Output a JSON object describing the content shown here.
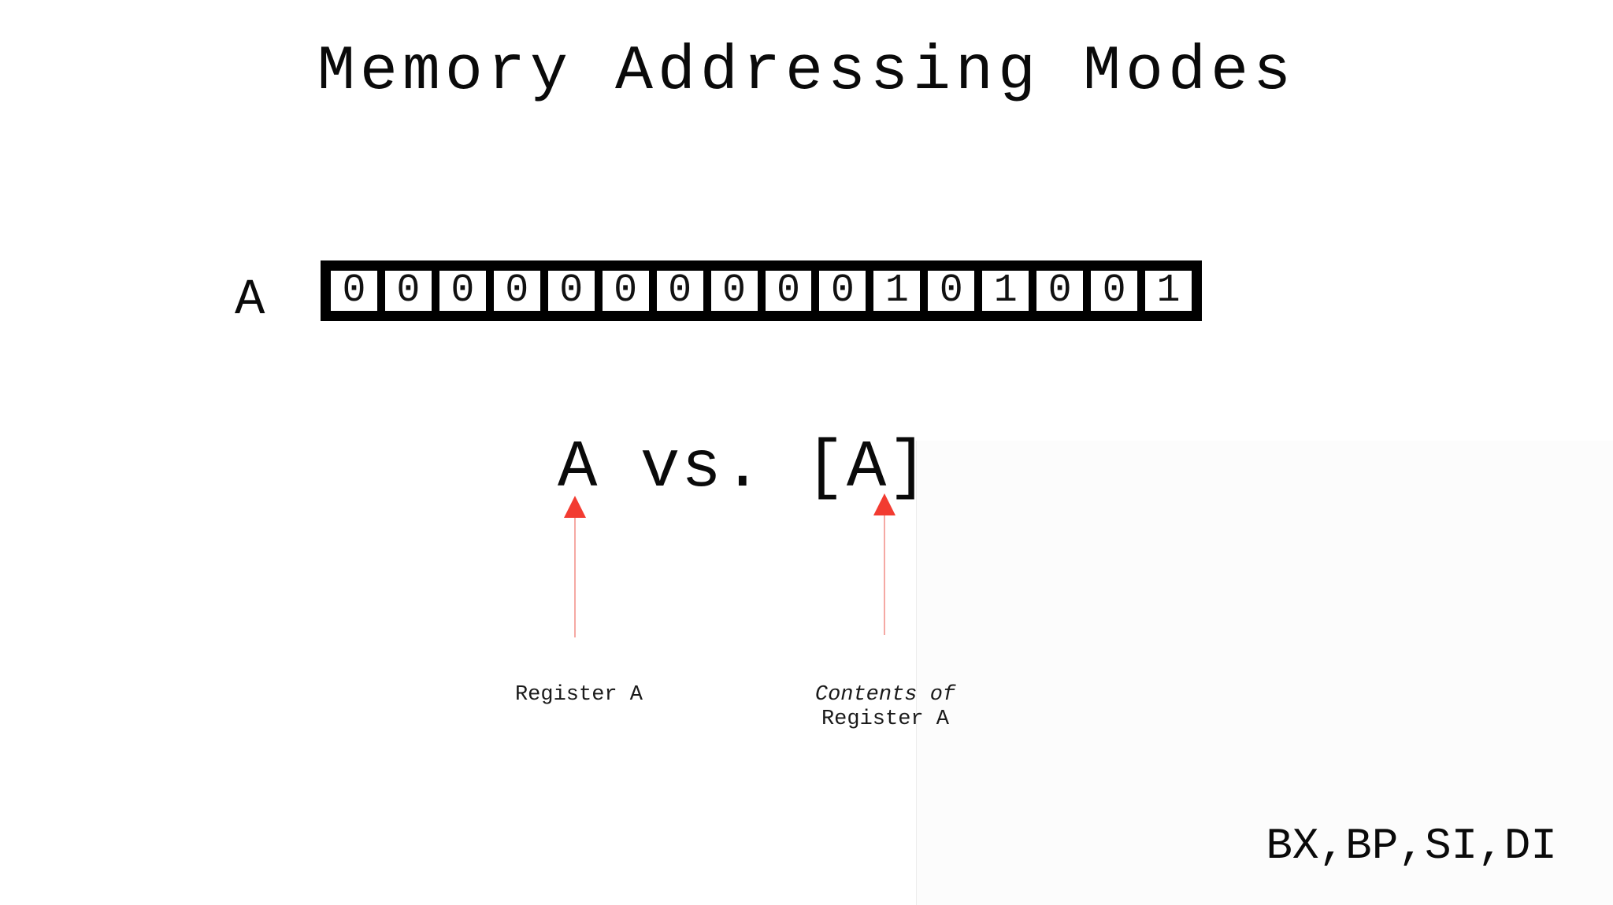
{
  "slide": {
    "title": "Memory Addressing Modes",
    "background_color": "#ffffff",
    "text_color": "#0a0a0a"
  },
  "register": {
    "label": "A",
    "bits": [
      "0",
      "0",
      "0",
      "0",
      "0",
      "0",
      "0",
      "0",
      "0",
      "0",
      "1",
      "0",
      "1",
      "0",
      "0",
      "1"
    ]
  },
  "comparison": {
    "text": "A vs. [A]",
    "arrow_color": "#f23b31",
    "arrow_tail_color": "#f5a9a4",
    "left_annotation": {
      "line1": "Register A"
    },
    "right_annotation": {
      "line1": "Contents of",
      "line2": "Register A"
    }
  },
  "footer": {
    "registers": "BX,BP,SI,DI"
  }
}
